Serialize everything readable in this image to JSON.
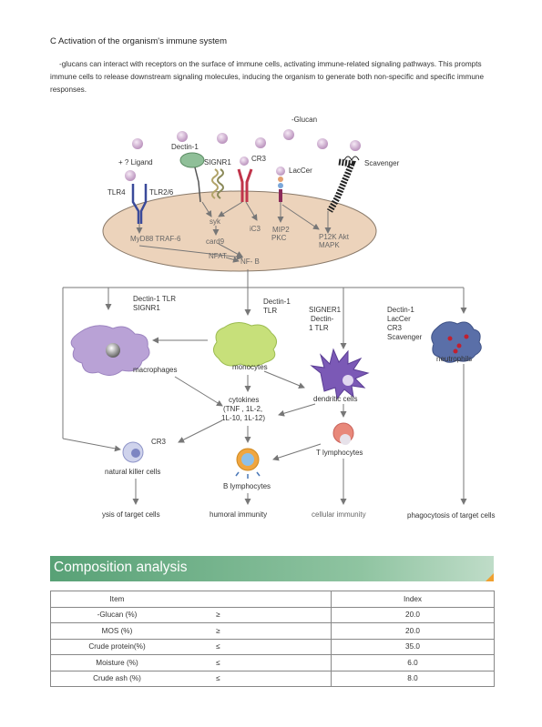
{
  "section_title": "C Activation of the organism's immune system",
  "intro": "-glucans can interact with receptors on the surface of immune cells, activating immune-related signaling pathways. This prompts immune cells to release downstream signaling molecules, inducing the organism to generate both non-specific and specific immune responses.",
  "diagram": {
    "glucan_label": "-Glucan",
    "ligand_label": "+ ? Ligand",
    "receptors": {
      "dectin1": "Dectin-1",
      "signr1": "SIGNR1",
      "cr3": "CR3",
      "laccer": "LacCer",
      "scavenger": "Scavenger",
      "tlr4": "TLR4",
      "tlr26": "TLR2/6"
    },
    "cell_labels": {
      "myd88": "MyD88 TRAF-6",
      "syk": "syk",
      "card9": "card9",
      "ic3": "iC3",
      "mip2": "MIP2",
      "pkc": "PKC",
      "p12k": "P12K Akt",
      "mapk": "MAPK",
      "nfat": "NFAT",
      "nfb": "NF-  B"
    },
    "branches": {
      "mac_receptors_1": "Dectin-1 TLR",
      "mac_receptors_2": "SIGNR1",
      "mono_receptors_1": "Dectin-1",
      "mono_receptors_2": "TLR",
      "dc_receptors_1": "SIGNER1",
      "dc_receptors_2": "Dectin-",
      "dc_receptors_3": "1 TLR",
      "neu_receptors_1": "Dectin-1",
      "neu_receptors_2": "LacCer",
      "neu_receptors_3": "CR3",
      "neu_receptors_4": "Scavenger"
    },
    "cells": {
      "macrophages": "macrophages",
      "monocytes": "monocytes",
      "dendritic": "dendritic cells",
      "neutrophils": "neutrophils",
      "cytokines_1": "cytokines",
      "cytokines_2": "(TNF   , 1L-2,",
      "cytokines_3": "1L-10, 1L-12)",
      "cr3": "CR3",
      "nk": "natural killer cells",
      "t_lymph": "T lymphocytes",
      "b_lymph": "B lymphocytes"
    },
    "outcomes": {
      "lysis": "ysis of target cells",
      "humoral": "humoral immunity",
      "cellular": "cellular immunity",
      "phago": "phagocytosis of target cells"
    }
  },
  "composition": {
    "title": "Composition analysis",
    "header_item": "Item",
    "header_index": "Index",
    "rows": [
      {
        "item": "-Glucan (%)",
        "op": "≥",
        "value": "20.0"
      },
      {
        "item": "MOS  (%)",
        "op": "≥",
        "value": "20.0"
      },
      {
        "item": "Crude protein(%)",
        "op": "≤",
        "value": "35.0"
      },
      {
        "item": "Moisture (%)",
        "op": "≤",
        "value": "6.0"
      },
      {
        "item": "Crude ash (%)",
        "op": "≤",
        "value": "8.0"
      }
    ]
  },
  "colors": {
    "cell_body": "#ecd3bb",
    "banner": "#58a176",
    "accent_corner": "#f0a030",
    "glucan_bead": "#d6b6d8"
  }
}
